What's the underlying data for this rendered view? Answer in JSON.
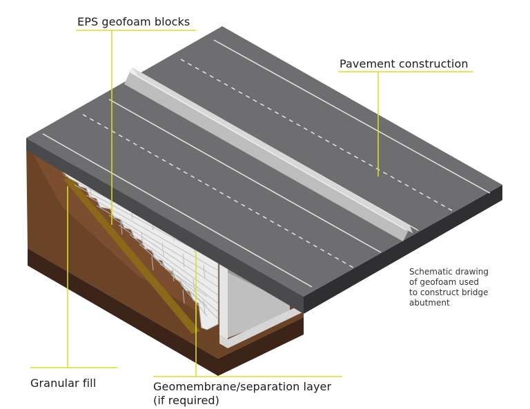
{
  "labels": {
    "eps_blocks": "EPS geofoam blocks",
    "pavement": "Pavement construction",
    "granular_fill": "Granular fill",
    "geomembrane_line1": "Geomembrane/separation layer",
    "geomembrane_line2": "(if required)"
  },
  "caption": {
    "line1": "Schematic drawing",
    "line2": "of geofoam used",
    "line3": "to construct bridge",
    "line4": "abutment"
  },
  "colors": {
    "pavement_top": "#6e6e70",
    "pavement_side": "#4a4a4c",
    "lane_marking": "#e6e6e6",
    "barrier": "#d8d8d8",
    "soil_dark": "#3d2418",
    "soil": "#6b4428",
    "soil_light": "#8a5a36",
    "geomembrane": "#8a6a1a",
    "geofoam": "#ececec",
    "leader_line": "#d7df23"
  }
}
